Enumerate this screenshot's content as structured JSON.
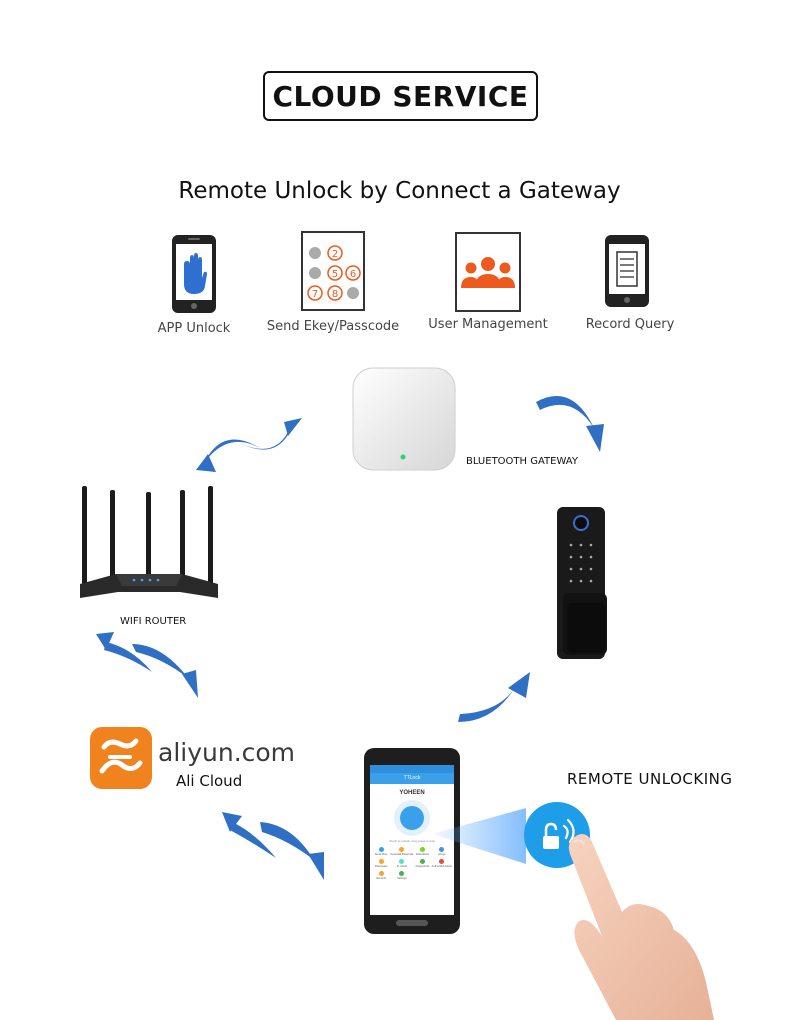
{
  "header": {
    "title": "CLOUD SERVICE"
  },
  "subtitle": "Remote Unlock by Connect a Gateway",
  "features": [
    {
      "label": "APP Unlock",
      "icon": "phone-hand-icon"
    },
    {
      "label": "Send Ekey/Passcode",
      "icon": "keypad-icon"
    },
    {
      "label": "User Management",
      "icon": "users-icon"
    },
    {
      "label": "Record Query",
      "icon": "record-phone-icon"
    }
  ],
  "keypad_digits": [
    "2",
    "5",
    "6",
    "7",
    "8"
  ],
  "diagram": {
    "gateway_label": "BLUETOOTH GATEWAY",
    "router_label": "WIFI ROUTER",
    "aliyun_name": "aliyun.com",
    "aliyun_sub": "Ali Cloud",
    "remote_label": "REMOTE UNLOCKING"
  },
  "phone_app": {
    "app_title": "TTLock",
    "lock_name": "YOHEEN",
    "hint": "Touch to unlock, long press to lock",
    "menu": [
      "Send eKey",
      "Generate Passcode",
      "Attendance",
      "eKeys",
      "Passcodes",
      "IC Cards",
      "Fingerprints",
      "Authorized Admin",
      "Records",
      "Settings"
    ]
  },
  "colors": {
    "accent_blue": "#2f6fd0",
    "arrow_blue": "#2f6fc4",
    "orange": "#ee5a1e",
    "aliyun_orange": "#f0831e",
    "gateway_led": "#29d36a"
  }
}
